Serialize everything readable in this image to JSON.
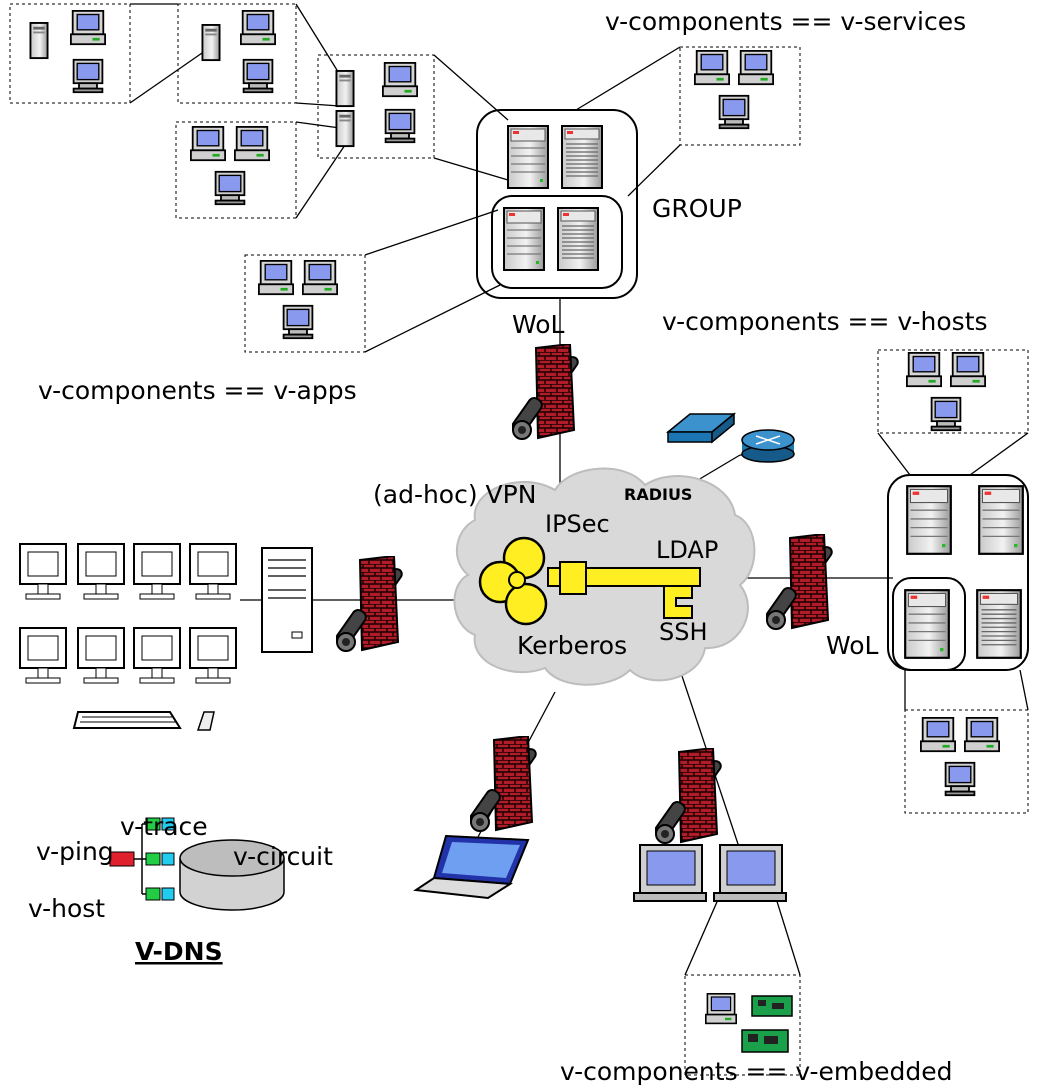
{
  "labels": {
    "services": "v-components == v-services",
    "group": "GROUP",
    "hosts": "v-components ==  v-hosts",
    "wol_top": "WoL",
    "apps": "v-components == v-apps",
    "radius": "RADIUS",
    "vpn": "(ad-hoc) VPN",
    "ipsec": "IPSec",
    "ldap": "LDAP",
    "ssh": "SSH",
    "kerberos": "Kerberos",
    "wol_right": "WoL",
    "vtrace": "v-trace",
    "vping": "v-ping",
    "vcircuit": "v-circuit",
    "vhost": "v-host",
    "vdns": "V-DNS",
    "embedded": "v-components ==  v-embedded"
  },
  "colors": {
    "firewall": "#b01c28",
    "key": "#ffee22",
    "cloud": "#d9d9d9",
    "screen": "#7788ee",
    "router": "#1c76b4"
  }
}
